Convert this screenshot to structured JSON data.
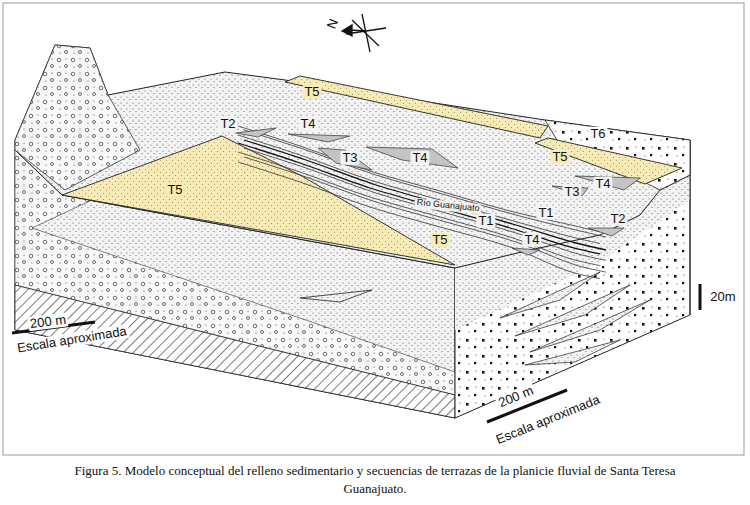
{
  "diagram": {
    "caption": "Figura 5. Modelo conceptual del relleno sedimentario y secuencias de terrazas de la planicie fluvial de Santa Teresa Guanajuato.",
    "labels": [
      "N",
      "T5",
      "T2",
      "T4",
      "T6",
      "T3",
      "T4",
      "T5",
      "T4",
      "T3",
      "T5",
      "Río Guanajuato",
      "T1",
      "T1",
      "T2",
      "T5",
      "T4",
      "20m",
      "200 m",
      "Escala aproximada",
      "200 m",
      "Escala aproximada"
    ]
  }
}
